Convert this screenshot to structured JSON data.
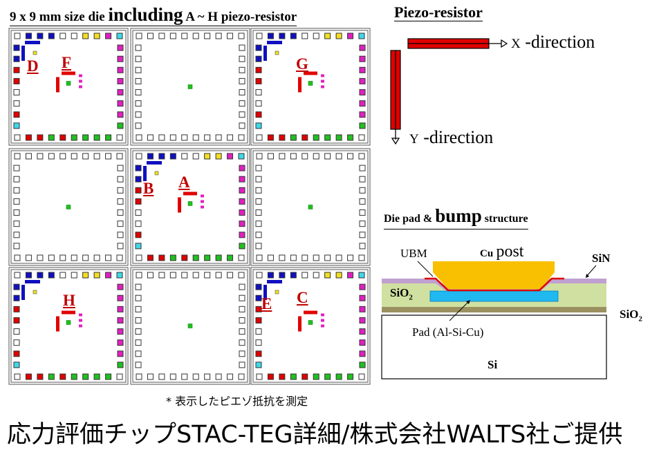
{
  "die_title": {
    "prefix": "9 x 9  mm  size die",
    "emph": "including",
    "suffix": "A ~ H piezo-resistor"
  },
  "piezo": {
    "title": "Piezo-resistor",
    "x_prefix": "X",
    "x_label": "-direction",
    "y_prefix": "Y",
    "y_label": "-direction"
  },
  "dies": {
    "letters": [
      "A",
      "B",
      "C",
      "D",
      "E",
      "F",
      "G",
      "H"
    ]
  },
  "structure": {
    "title_prefix": "Die pad &",
    "title_emph": "bump",
    "title_suffix": "structure",
    "ubm": "UBM",
    "cu_prefix": "Cu",
    "cu_suffix": "post",
    "sin": "SiN",
    "sio2_inner": "SiO",
    "sio2_inner_sub": "2",
    "sio2_outer": "SiO",
    "sio2_outer_sub": "2",
    "pad": "Pad (Al-Si-Cu)",
    "si": "Si"
  },
  "note": "* 表示したピエゾ抵抗を測定",
  "footer": "応力評価チップSTAC-TEG詳細/株式会社WALTS社ご提供",
  "colors": {
    "resistor": "#e00000",
    "blue_pad": "#1010c0",
    "magenta_pad": "#e020c0",
    "green_pad": "#20c020",
    "yellow_pad": "#f0e020",
    "cyan_pad": "#40d8e8",
    "cu_post": "#f8c000",
    "al_pad": "#20b8f0",
    "sio2": "#d0e0a0",
    "sin": "#c0a0d0"
  }
}
